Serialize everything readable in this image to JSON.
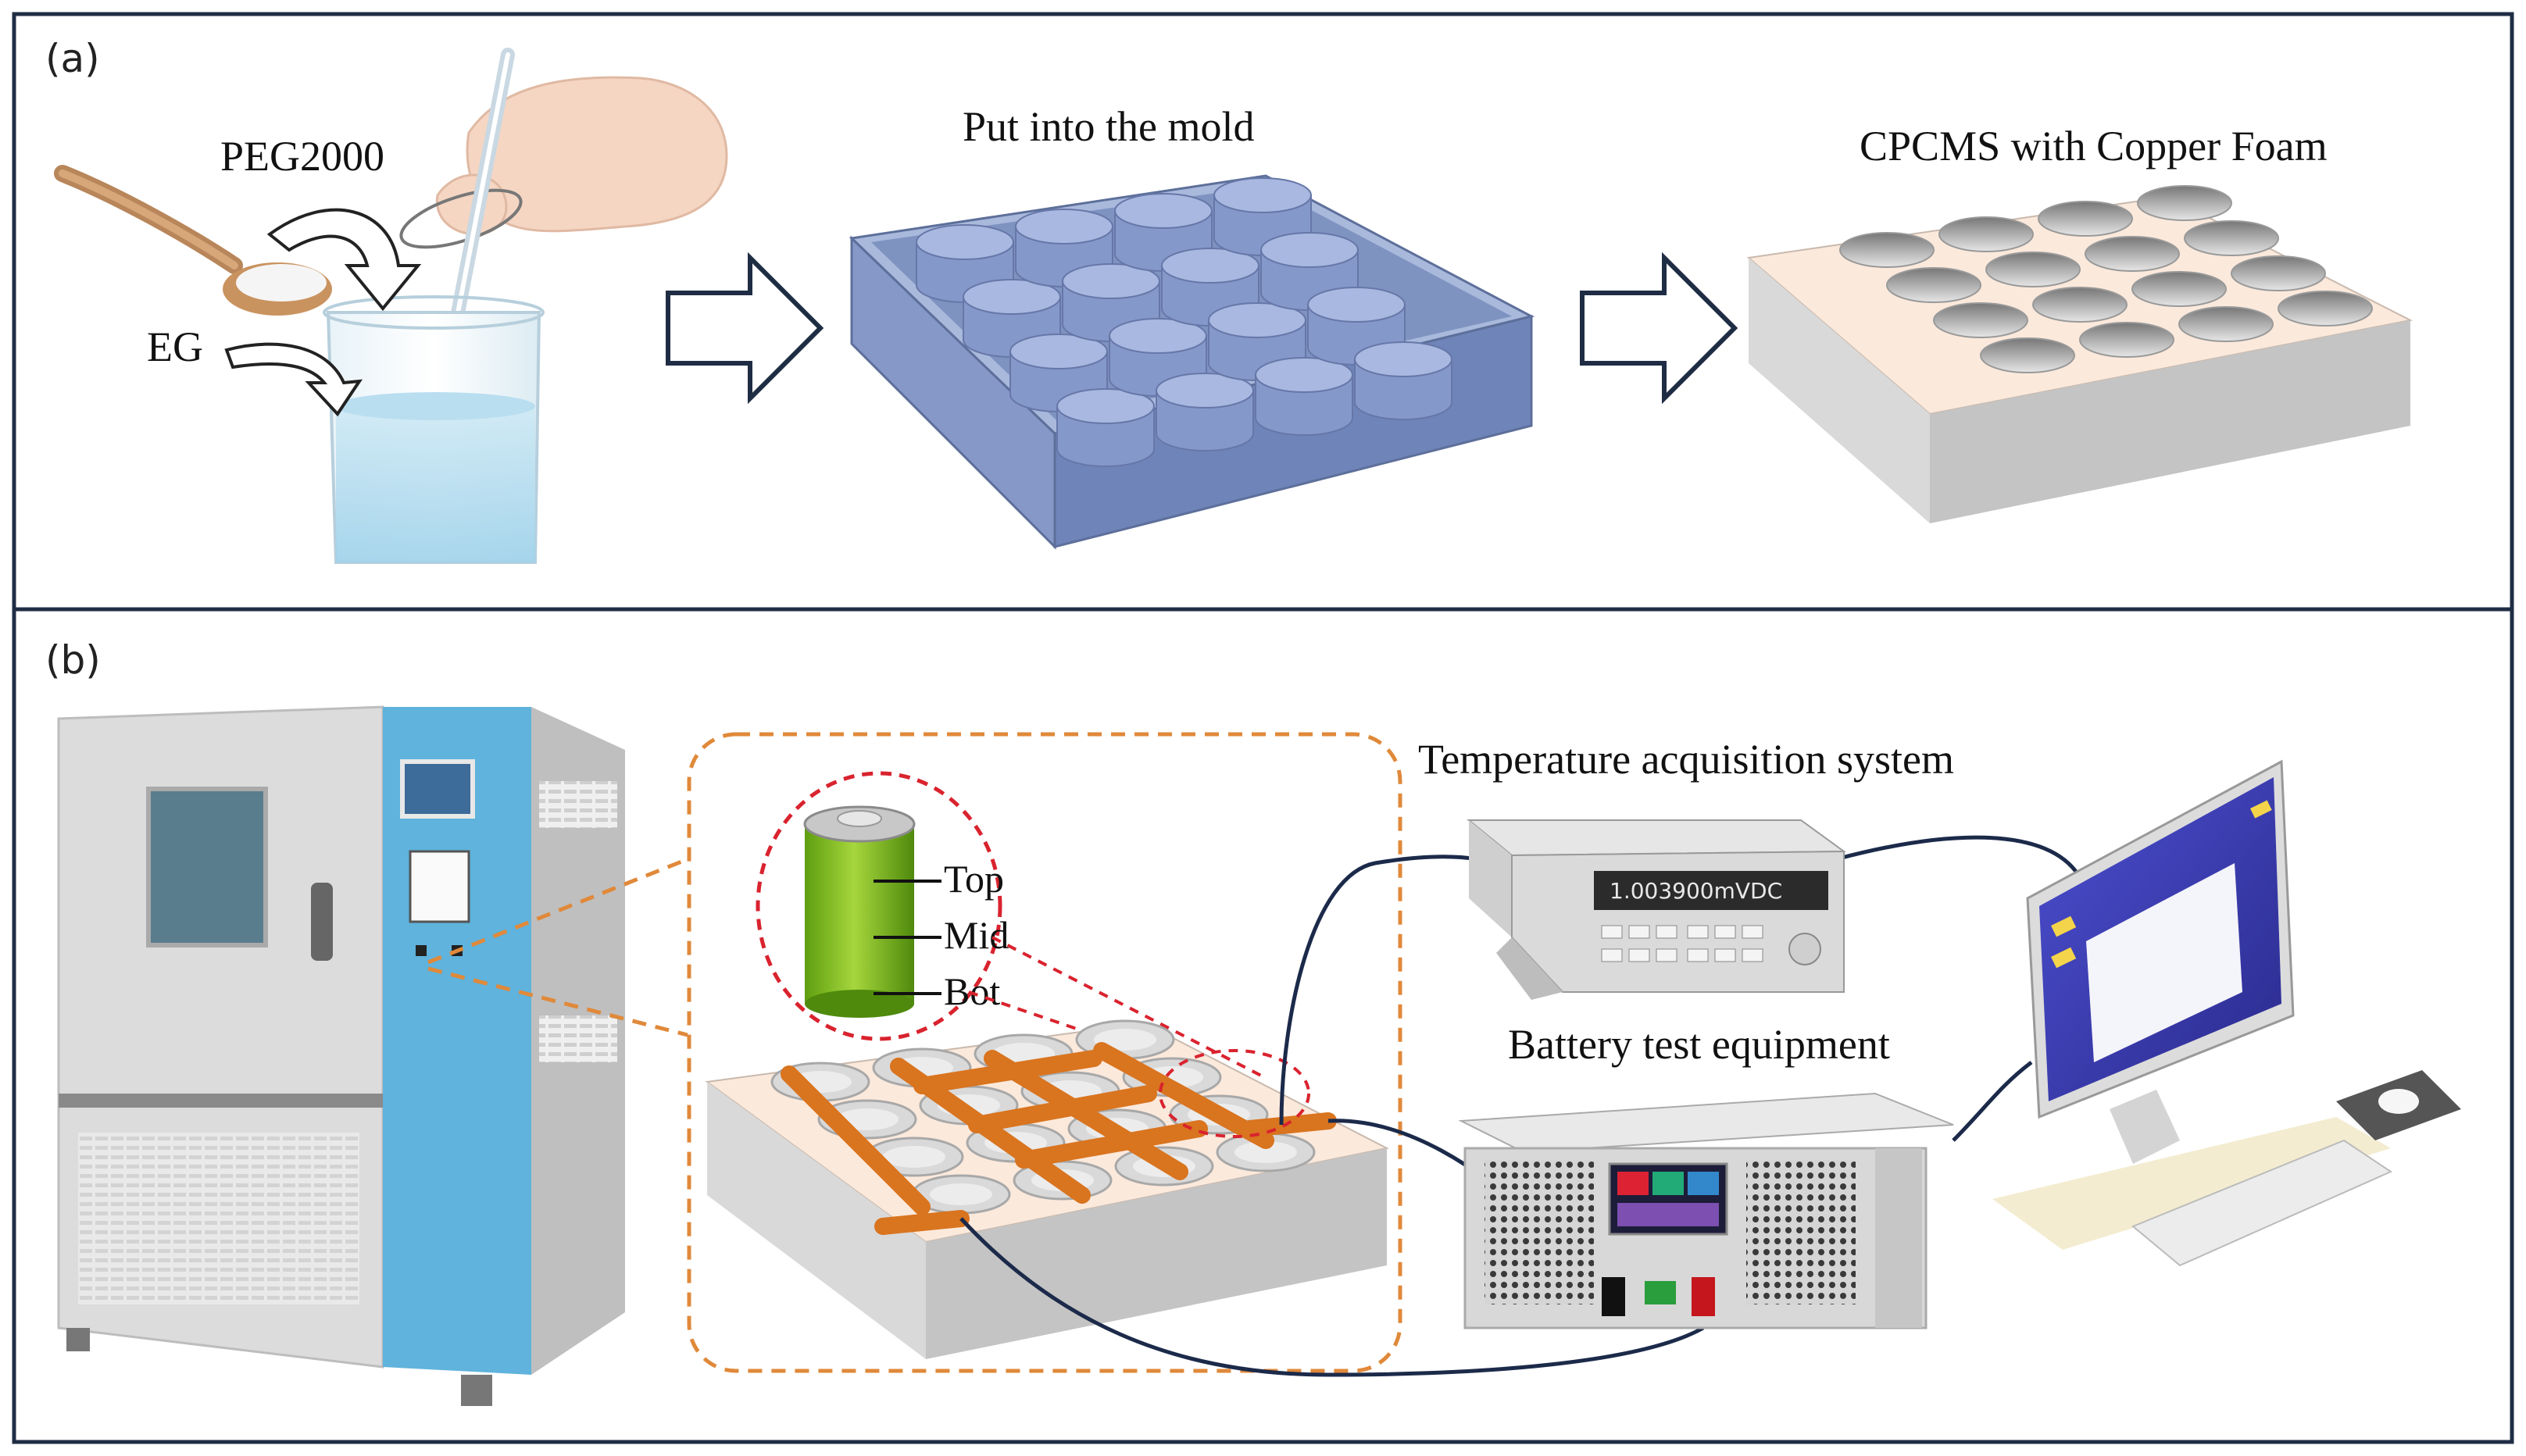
{
  "panel_a": {
    "tag": "(a)",
    "labels": {
      "peg": "PEG2000",
      "eg": "EG",
      "mold": "Put into the mold",
      "cpcms": "CPCMS with Copper Foam"
    }
  },
  "panel_b": {
    "tag": "(b)",
    "labels": {
      "temp_system": "Temperature acquisition system",
      "battery_equipment": "Battery test equipment",
      "top": "Top",
      "mid": "Mid",
      "bot": "Bot",
      "meter_display": "1.003900mVDC"
    }
  },
  "colors": {
    "frame": "#1f2d44",
    "mold_blue": "#8ea3cf",
    "copper_orange": "#d9741f",
    "battery_green": "#7cb81c",
    "dashed_red": "#d9232e",
    "dashed_orange": "#e0893a",
    "cable": "#1c2a4a"
  }
}
